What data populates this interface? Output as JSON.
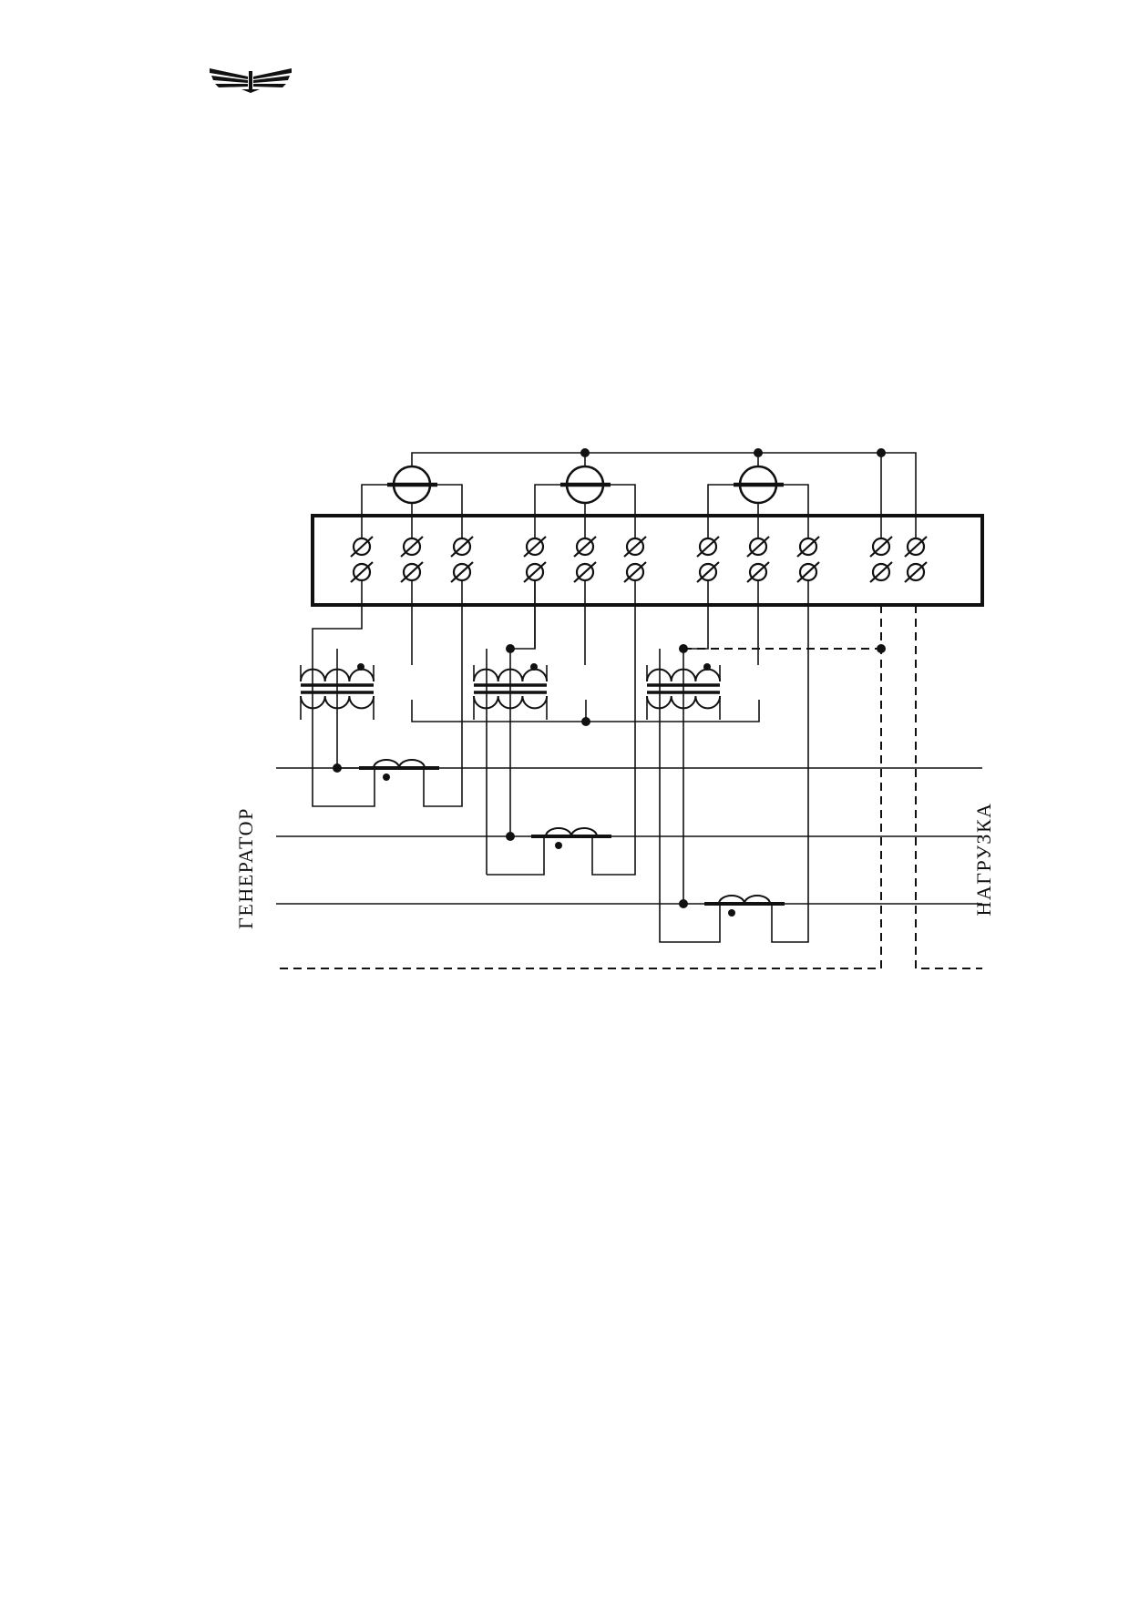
{
  "diagram": {
    "left_label": "ГЕНЕРАТОР",
    "right_label": "НАГРУЗКА"
  },
  "colors": {
    "ink": "#111111",
    "background": "#ffffff"
  },
  "icons": {
    "logo": "stylized-wings-logo",
    "meter": "current-coil-meter-icon",
    "terminal": "screw-terminal-icon",
    "voltage_transformer": "voltage-transformer-icon",
    "current_transformer": "current-transformer-icon",
    "junction": "junction-dot-icon"
  }
}
